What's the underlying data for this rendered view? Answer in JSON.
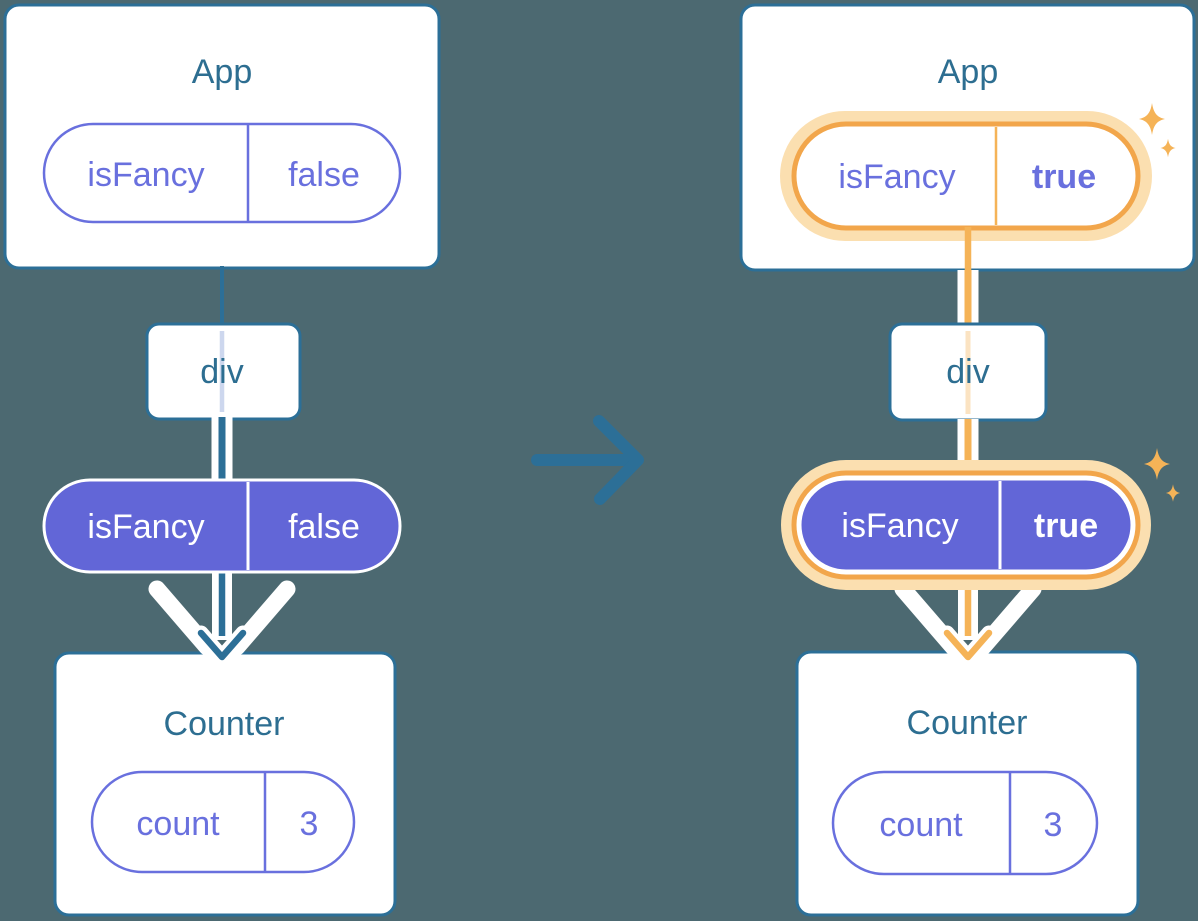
{
  "diagram": {
    "description": "React state preservation diagram: component tree before and after isFancy state change",
    "background_color": "#4C6971",
    "colors": {
      "accent_blue": "#2C6F97",
      "heading_teal": "#2D6E91",
      "purple": "#6970DE",
      "purple_fill": "#6266D7",
      "highlight_orange": "#F2A64B",
      "highlight_glow": "#FBDFB0"
    },
    "before": {
      "app_title": "App",
      "app_state": {
        "name": "isFancy",
        "value": "false"
      },
      "div_label": "div",
      "passed_state": {
        "name": "isFancy",
        "value": "false"
      },
      "counter_title": "Counter",
      "counter_state": {
        "name": "count",
        "value": "3"
      }
    },
    "after": {
      "app_title": "App",
      "app_state": {
        "name": "isFancy",
        "value": "true"
      },
      "div_label": "div",
      "passed_state": {
        "name": "isFancy",
        "value": "true"
      },
      "counter_title": "Counter",
      "counter_state": {
        "name": "count",
        "value": "3"
      }
    },
    "transition_icon": "right-arrow"
  }
}
